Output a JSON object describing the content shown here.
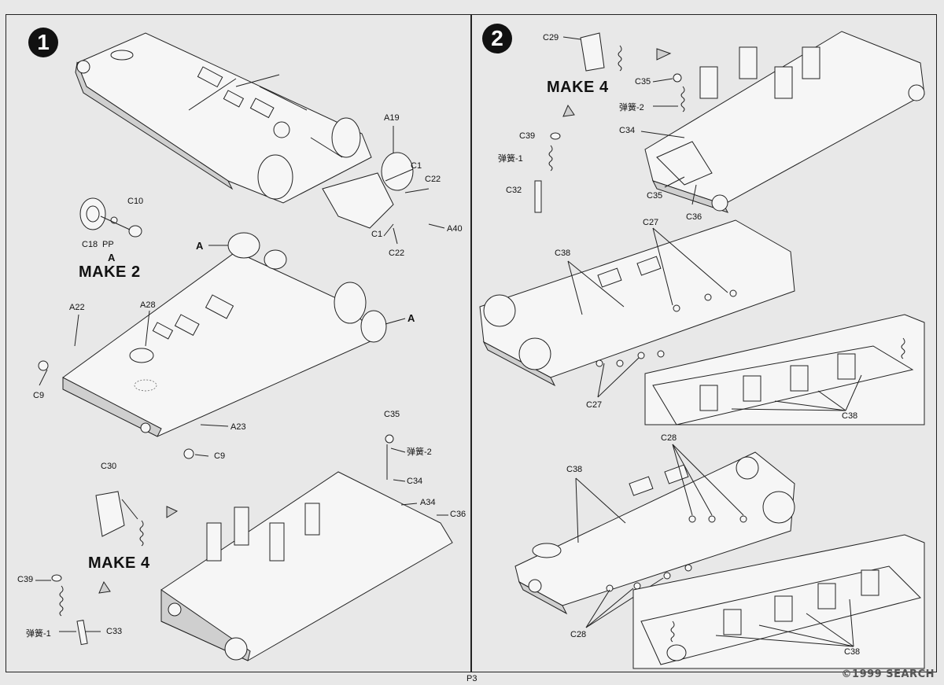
{
  "steps": [
    {
      "number": "1"
    },
    {
      "number": "2"
    }
  ],
  "step1": {
    "labels": {
      "A19": "A19",
      "C1_top": "C1",
      "C22_top": "C22",
      "A40": "A40",
      "C1_bot": "C1",
      "C22_bot": "C22",
      "C10": "C10",
      "C18": "C18",
      "PP": "PP",
      "A_sub": "A",
      "make2": "MAKE 2",
      "A_left": "A",
      "A_right": "A",
      "A22": "A22",
      "A28": "A28",
      "C9_left": "C9",
      "A23": "A23",
      "C9_bottom": "C9",
      "C35": "C35",
      "spring2": "弹簧-2",
      "C34": "C34",
      "A34": "A34",
      "C36": "C36",
      "C30": "C30",
      "make4": "MAKE 4",
      "C39": "C39",
      "spring1": "弹簧-1",
      "C33": "C33"
    }
  },
  "step2": {
    "labels": {
      "C29": "C29",
      "make4": "MAKE 4",
      "C35": "C35",
      "spring2": "弹簧-2",
      "C34": "C34",
      "C39": "C39",
      "spring1": "弹簧-1",
      "C32": "C32",
      "C35b": "C35",
      "C36": "C36",
      "C27_top": "C27",
      "C38_top": "C38",
      "C27_bot": "C27",
      "C38_inset1": "C38",
      "C28_top": "C28",
      "C38_mid": "C38",
      "C28_bot": "C28",
      "C38_inset2": "C38"
    }
  },
  "footer": {
    "page": "P3"
  },
  "watermark": "©1999 SEARCH"
}
